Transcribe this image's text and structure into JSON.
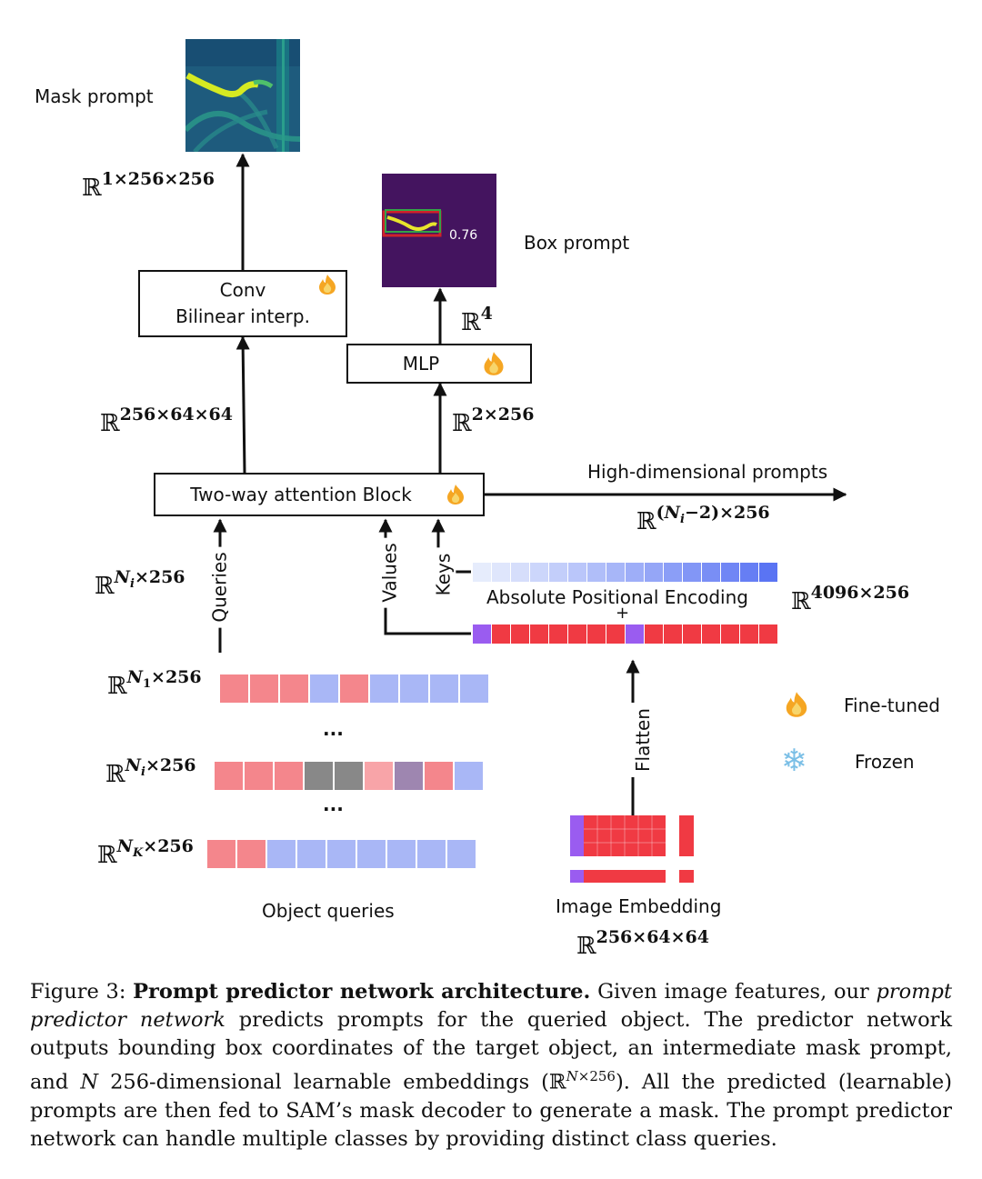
{
  "diagram": {
    "mask_prompt_label": "Mask prompt",
    "box_prompt_label": "Box prompt",
    "box_score": "0.76",
    "conv_line1": "Conv",
    "conv_line2": "Bilinear interp.",
    "mlp_label": "MLP",
    "attention_label": "Two-way attention Block",
    "high_dim_label": "High-dimensional prompts",
    "ape_label": "Absolute Positional Encoding",
    "plus_sign": "+",
    "queries_label": "Queries",
    "values_label": "Values",
    "keys_label": "Keys",
    "flatten_label": "Flatten",
    "ellipsis_1": "...",
    "ellipsis_2": "...",
    "object_queries_label": "Object queries",
    "image_embedding_label": "Image Embedding",
    "legend_finetuned": "Fine-tuned",
    "legend_frozen": "Frozen",
    "dims": {
      "mask": "1×256×256",
      "box": "4",
      "conv_in": "256×64×64",
      "mlp_in": "2×256",
      "high_dim_rest": ")×256",
      "queries": "×256",
      "ape": "4096×256",
      "n1_rest": "×256",
      "ni_rest": "×256",
      "nk_rest": "×256",
      "embedding": "256×64×64"
    }
  },
  "caption": {
    "figure_label": "Figure 3:",
    "title": "Prompt predictor network architecture.",
    "text_a": "Given image features, our",
    "emph": "prompt predictor network",
    "text_b": "predicts prompts for the queried object. The predictor network outputs bounding box coordinates of the target object, an intermediate mask prompt, and",
    "n_var": "N",
    "text_c": "256-dimensional learnable embeddings (ℝ",
    "text_d": "). All the predicted (learnable) prompts are then fed to SAM’s mask decoder to generate a mask. The prompt predictor network can handle multiple classes by providing distinct class queries."
  },
  "colors": {
    "red": "#f03a43",
    "light_red": "#f4868c",
    "blue": "#a9b7f6",
    "gray": "#888888",
    "purple": "#9e86b0",
    "violet": "#9a5cf0",
    "box_bg": "#44145f",
    "heat_bg": "#1d5a80",
    "heat_line": "#d4ec21"
  }
}
